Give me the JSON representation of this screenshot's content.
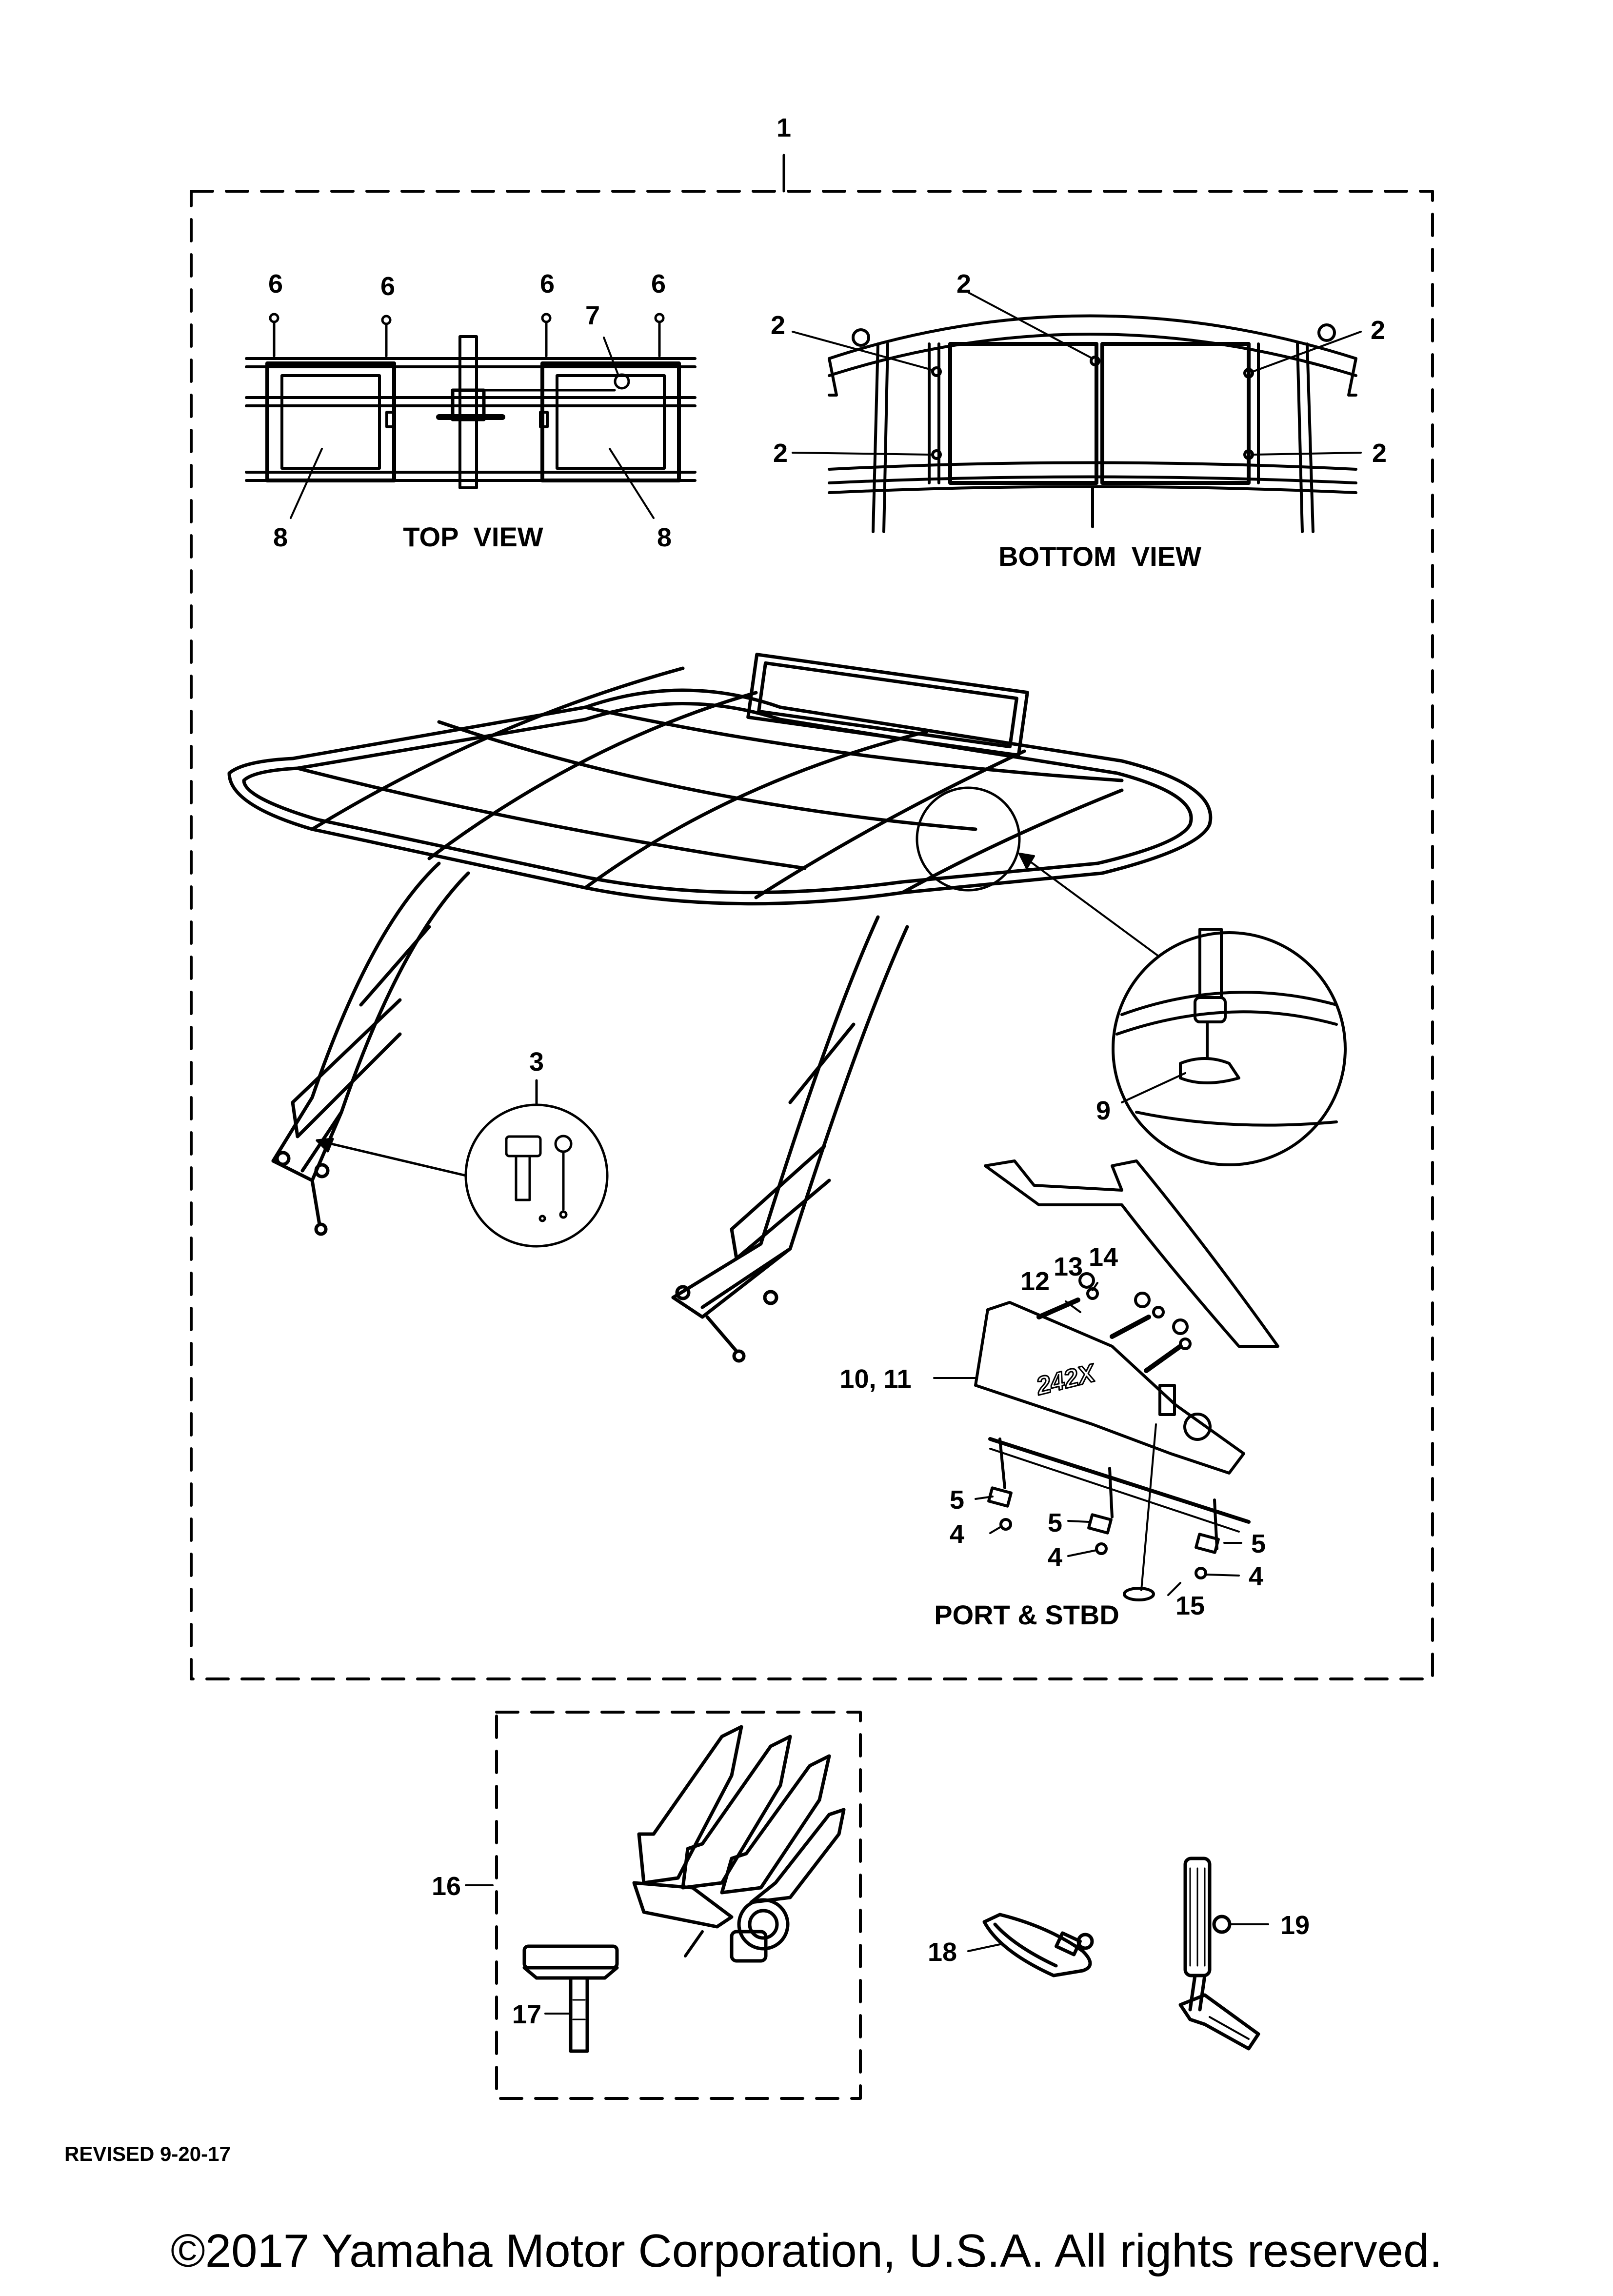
{
  "callouts": {
    "c1": "1",
    "c2": "2",
    "c3": "3",
    "c4": "4",
    "c5": "5",
    "c6": "6",
    "c7": "7",
    "c8": "8",
    "c9": "9",
    "c10_11": "10, 11",
    "c12": "12",
    "c13": "13",
    "c14": "14",
    "c15": "15",
    "c16": "16",
    "c17": "17",
    "c18": "18",
    "c19": "19"
  },
  "views": {
    "top_view": "TOP  VIEW",
    "bottom_view": "BOTTOM  VIEW",
    "port_stbd": "PORT & STBD"
  },
  "decal_text": "242X",
  "footer": {
    "revised": "REVISED 9-20-17",
    "copyright": "©2017 Yamaha Motor Corporation, U.S.A. All rights reserved."
  }
}
